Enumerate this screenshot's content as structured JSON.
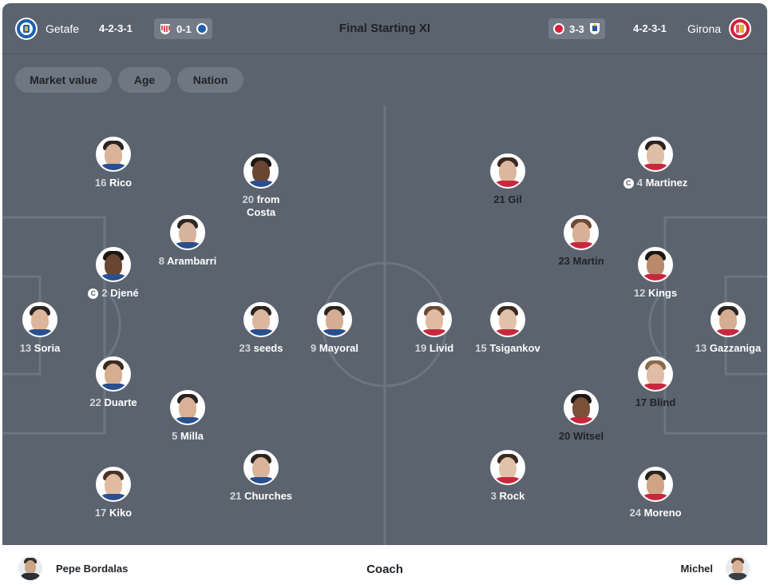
{
  "header": {
    "title": "Final Starting XI",
    "home": {
      "name": "Getafe",
      "formation": "4-2-3-1",
      "last_result": "0-1",
      "crest_color": "#1f5fb0"
    },
    "away": {
      "name": "Girona",
      "formation": "4-2-3-1",
      "last_result": "3-3",
      "crest_color": "#d61f3a"
    }
  },
  "filters": [
    "Market value",
    "Age",
    "Nation"
  ],
  "home_players": [
    {
      "number": "16",
      "name": "Rico",
      "skin": "#d9b39a",
      "hair": "#2b2522",
      "shirt": "#2a4f8f"
    },
    {
      "number": "20",
      "name": "from Costa",
      "skin": "#6a4632",
      "hair": "#1c1714",
      "shirt": "#2a4f8f"
    },
    {
      "number": "8",
      "name": "Arambarri",
      "skin": "#d7b29c",
      "hair": "#2e2621",
      "shirt": "#2a4f8f"
    },
    {
      "number": "2",
      "name": "Djené",
      "skin": "#6a4632",
      "hair": "#1c1714",
      "shirt": "#2a4f8f",
      "captain": true
    },
    {
      "number": "13",
      "name": "Soria",
      "skin": "#dcb59b",
      "hair": "#2a2420",
      "shirt": "#2a4f8f"
    },
    {
      "number": "23",
      "name": "seeds",
      "skin": "#dcb79e",
      "hair": "#2a2420",
      "shirt": "#2a4f8f"
    },
    {
      "number": "9",
      "name": "Mayoral",
      "skin": "#d4ad93",
      "hair": "#2a2420",
      "shirt": "#2a4f8f"
    },
    {
      "number": "22",
      "name": "Duarte",
      "skin": "#d6ae92",
      "hair": "#3b2a20",
      "shirt": "#2a4f8f"
    },
    {
      "number": "5",
      "name": "Milla",
      "skin": "#d8b196",
      "hair": "#2a2420",
      "shirt": "#2a4f8f"
    },
    {
      "number": "21",
      "name": "Churches",
      "skin": "#dab499",
      "hair": "#2a2420",
      "shirt": "#2a4f8f"
    },
    {
      "number": "17",
      "name": "Kiko",
      "skin": "#e0bba2",
      "hair": "#4a3326",
      "shirt": "#2a4f8f"
    }
  ],
  "away_players": [
    {
      "number": "21",
      "name": "Gil",
      "skin": "#dcb79e",
      "hair": "#3b2a20",
      "shirt": "#c8283d"
    },
    {
      "number": "4",
      "name": "Martinez",
      "skin": "#e0bda5",
      "hair": "#2a2420",
      "shirt": "#c8283d",
      "captain": true
    },
    {
      "number": "23",
      "name": "Martin",
      "skin": "#d7b096",
      "hair": "#6a4a34",
      "shirt": "#c8283d"
    },
    {
      "number": "12",
      "name": "Kings",
      "skin": "#b98a6a",
      "hair": "#1c1714",
      "shirt": "#c8283d"
    },
    {
      "number": "19",
      "name": "Livid",
      "skin": "#e0bba2",
      "hair": "#6a4a34",
      "shirt": "#c8283d"
    },
    {
      "number": "15",
      "name": "Tsigankov",
      "skin": "#e2c1aa",
      "hair": "#3b2a20",
      "shirt": "#c8283d"
    },
    {
      "number": "13",
      "name": "Gazzaniga",
      "skin": "#d4ad93",
      "hair": "#2a2420",
      "shirt": "#c8283d"
    },
    {
      "number": "17",
      "name": "Blind",
      "skin": "#e0bca4",
      "hair": "#8a6a4a",
      "shirt": "#c8283d"
    },
    {
      "number": "20",
      "name": "Witsel",
      "skin": "#7a5038",
      "hair": "#1c1714",
      "shirt": "#c8283d"
    },
    {
      "number": "3",
      "name": "Rock",
      "skin": "#e2c1aa",
      "hair": "#3b2a20",
      "shirt": "#c8283d"
    },
    {
      "number": "24",
      "name": "Moreno",
      "skin": "#cfa485",
      "hair": "#2a2420",
      "shirt": "#c8283d"
    }
  ],
  "coaches": {
    "label": "Coach",
    "home": "Pepe Bordalas",
    "away": "Michel"
  },
  "colors": {
    "pitch": "#5b636e",
    "lines": "#6d7580",
    "accent_home": "#1f5fb0",
    "accent_away": "#d61f3a"
  }
}
